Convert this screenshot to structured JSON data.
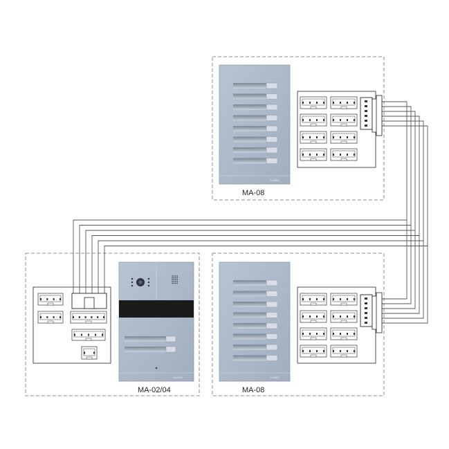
{
  "modules": {
    "top_right": {
      "label": "MA-08",
      "brand": "SLINEX"
    },
    "bottom_right": {
      "label": "MA-08",
      "brand": "SLINEX"
    },
    "bottom_left": {
      "label": "MA-02/04",
      "brand": "SLINEX"
    }
  },
  "colors": {
    "panel": "#a9b6c5",
    "panel_edge": "#8e9aa8",
    "black_band": "#1b1b1b",
    "wire": "#555555",
    "dashed_border": "#8c8c8c"
  },
  "icons": [
    "camera-icon",
    "speaker-grille-icon",
    "microphone-icon"
  ]
}
